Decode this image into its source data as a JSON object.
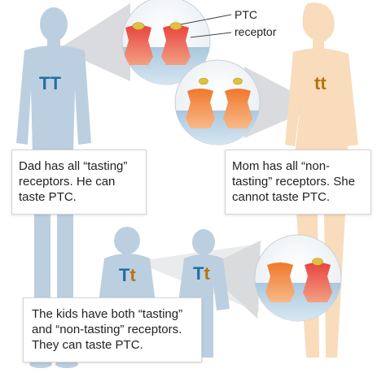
{
  "labels": {
    "ptc": "PTC",
    "receptor": "receptor"
  },
  "genotypes": {
    "dad": "TT",
    "mom": "tt",
    "kid1_upper": "T",
    "kid1_lower": "t",
    "kid2_upper": "T",
    "kid2_lower": "t"
  },
  "captions": {
    "dad": [
      "Dad has all “tasting”",
      "receptors. He can",
      "taste PTC."
    ],
    "mom": [
      "Mom has all “non-",
      "tasting” receptors. She",
      "cannot  taste  PTC."
    ],
    "kids": [
      "The kids have both “tasting”",
      "and “non-tasting” receptors.",
      "They can taste  PTC."
    ]
  },
  "colors": {
    "silhouette_dad": "#bccfe0",
    "silhouette_mom": "#f8dcbc",
    "silhouette_kids": "#bccfe0",
    "tasting_receptor": "#e8534a",
    "non_tasting_receptor": "#f0843c",
    "ptc_molecule": "#e0c040",
    "membrane": "#b9d3e6",
    "genotype_T": "#1f6fa6",
    "genotype_t": "#b8720c"
  }
}
